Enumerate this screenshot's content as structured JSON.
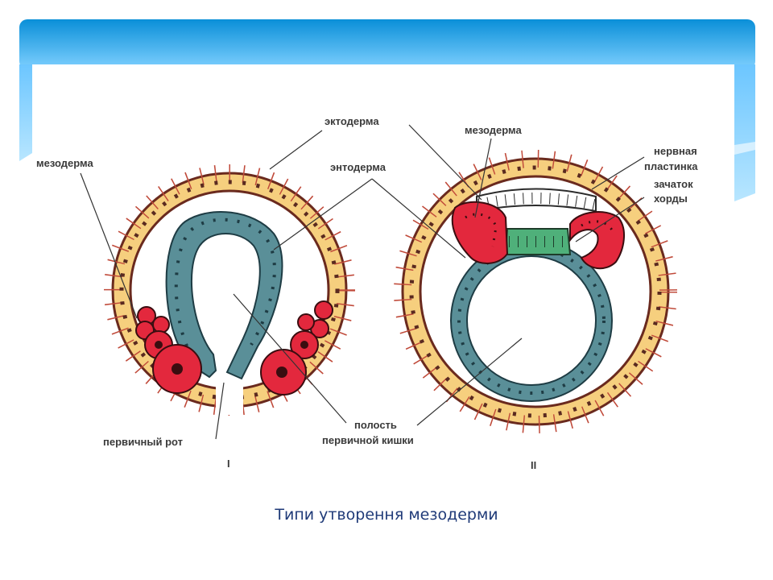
{
  "slide": {
    "caption": "Типи утворення мезодерми",
    "colors": {
      "header_top": "#0a8fd8",
      "header_bottom": "#7fd0ff",
      "ectoderm_fill": "#f6cf7e",
      "ectoderm_cell_line": "#c04a3a",
      "endoderm_fill": "#5a8f98",
      "mesoderm_fill": "#e3283d",
      "neural_plate_fill": "#ffffff",
      "notochord_fill": "#4fb07a"
    }
  },
  "diagram": {
    "labels": {
      "ectoderm": "эктодерма",
      "endoderm": "энтодерма",
      "mesoderm_left": "мезодерма",
      "mesoderm_right": "мезодерма",
      "neural_plate_1": "нервная",
      "neural_plate_2": "пластинка",
      "notochord_1": "зачаток",
      "notochord_2": "хорды",
      "primary_mouth": "первичный рот",
      "gut_cavity_1": "полость",
      "gut_cavity_2": "первичной кишки",
      "numeral_1": "I",
      "numeral_2": "II"
    }
  }
}
